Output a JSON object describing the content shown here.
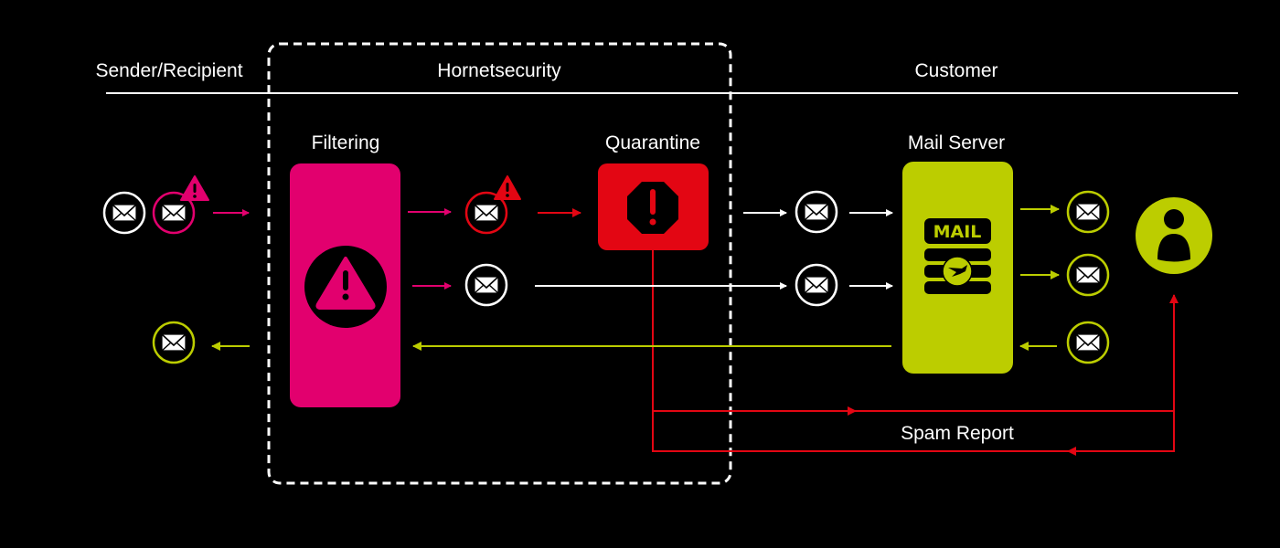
{
  "colors": {
    "background": "#000000",
    "filter_magenta": "#e2006e",
    "quarantine_red": "#e30613",
    "customer_green": "#bccd00",
    "neutral_white": "#ffffff"
  },
  "headers": {
    "sender_recipient": "Sender/Recipient",
    "hornetsecurity": "Hornetsecurity",
    "customer": "Customer"
  },
  "nodes": {
    "filtering": {
      "label": "Filtering",
      "icon": "warning-triangle-icon"
    },
    "quarantine": {
      "label": "Quarantine",
      "icon": "stop-octagon-icon"
    },
    "mail_server": {
      "label": "Mail Server",
      "badge": "MAIL",
      "icon": "hornet-logo-icon"
    },
    "user": {
      "icon": "user-icon"
    }
  },
  "flows": {
    "spam_report": "Spam Report"
  },
  "envelopes": [
    {
      "id": "sender-clean",
      "state": "clean"
    },
    {
      "id": "sender-suspicious",
      "state": "suspicious"
    },
    {
      "id": "filtered-threat",
      "state": "threat"
    },
    {
      "id": "filtered-clean",
      "state": "clean"
    },
    {
      "id": "released",
      "state": "clean"
    },
    {
      "id": "delivered",
      "state": "clean"
    },
    {
      "id": "inbox-1",
      "state": "delivered"
    },
    {
      "id": "inbox-2",
      "state": "delivered"
    },
    {
      "id": "outgoing",
      "state": "outgoing"
    },
    {
      "id": "outgoing-sent",
      "state": "outgoing"
    }
  ]
}
